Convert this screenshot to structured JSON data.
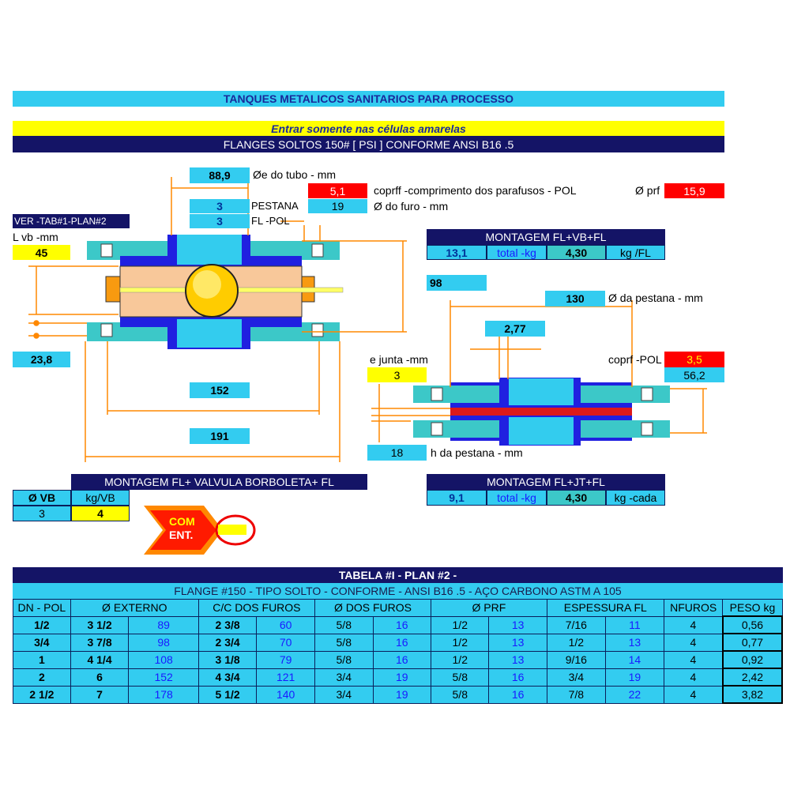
{
  "header": {
    "title": "TANQUES METALICOS  SANITARIOS PARA PROCESSO",
    "instruction": "Entrar somente nas células amarelas",
    "subtitle": "FLANGES SOLTOS 150# [ PSI ] CONFORME ANSI B16 .5"
  },
  "fl": {
    "tube_od": "88,9",
    "tube_od_label": "Øe do tubo - mm",
    "coprff": "5,1",
    "coprff_label": "coprff -comprimento dos parafusos - POL",
    "prf_label": "Ø prf",
    "prf": "15,9",
    "pestana_val": "3",
    "pestana_label": "PESTANA",
    "furo": "19",
    "furo_label": "Ø do furo -  mm",
    "flpol_val": "3",
    "flpol_label": "FL -POL",
    "ver_tab": "VER -TAB#1-PLAN#2",
    "lvb_label": "L vb -mm",
    "lvb": "45",
    "h23": "23,8",
    "d152": "152",
    "d191": "191"
  },
  "mont_vb": {
    "title": "MONTAGEM FL+VB+FL",
    "total": "13,1",
    "total_label": "total -kg",
    "kg": "4,30",
    "kg_label": "kg /FL"
  },
  "right": {
    "v98": "98",
    "pestana_d": "130",
    "pestana_d_label": "Ø da pestana - mm",
    "v277": "2,77",
    "ejunta_label": "e junta -mm",
    "ejunta": "3",
    "coprf_label": "coprf -POL",
    "coprf": "3,5",
    "coprf2": "56,2",
    "h_pestana": "18",
    "h_pestana_label": "h da pestana - mm"
  },
  "mont_bb": {
    "title": "MONTAGEM FL+ VALVULA BORBOLETA+ FL",
    "vb_label": "Ø VB",
    "kgvb_label": "kg/VB",
    "vb": "3",
    "kgvb": "4"
  },
  "mont_jt": {
    "title": "MONTAGEM FL+JT+FL",
    "total": "9,1",
    "total_label": "total -kg",
    "kg": "4,30",
    "kg_label": "kg -cada"
  },
  "button": {
    "line1": "COM",
    "line2": "ENT."
  },
  "table": {
    "title": "TABELA  #I - PLAN #2 -",
    "subtitle": "FLANGE #150 - TIPO SOLTO - CONFORME  - ANSI B16 .5 - AÇO CARBONO ASTM A 105",
    "headers": [
      "DN - POL",
      "Ø EXTERNO",
      "C/C DOS FUROS",
      "Ø DOS FUROS",
      "Ø PRF",
      "ESPESSURA FL",
      "NFUROS",
      "PESO kg"
    ],
    "rows": [
      [
        "1/2",
        "3 1/2",
        "89",
        "2 3/8",
        "60",
        "5/8",
        "16",
        "1/2",
        "13",
        "7/16",
        "11",
        "4",
        "0,56"
      ],
      [
        "3/4",
        "3 7/8",
        "98",
        "2 3/4",
        "70",
        "5/8",
        "16",
        "1/2",
        "13",
        "1/2",
        "13",
        "4",
        "0,77"
      ],
      [
        "1",
        "4 1/4",
        "108",
        "3 1/8",
        "79",
        "5/8",
        "16",
        "1/2",
        "13",
        "9/16",
        "14",
        "4",
        "0,92"
      ],
      [
        "2",
        "6",
        "152",
        "4 3/4",
        "121",
        "3/4",
        "19",
        "5/8",
        "16",
        "3/4",
        "19",
        "4",
        "2,42"
      ],
      [
        "2 1/2",
        "7",
        "178",
        "5 1/2",
        "140",
        "3/4",
        "19",
        "5/8",
        "16",
        "7/8",
        "22",
        "4",
        "3,82"
      ]
    ]
  },
  "colors": {
    "cyan": "#33ccf0",
    "navy": "#141466",
    "yellow": "#ffff00",
    "red": "#ff0000",
    "flange": "#3cc8c8",
    "dim": "#ff8800"
  }
}
